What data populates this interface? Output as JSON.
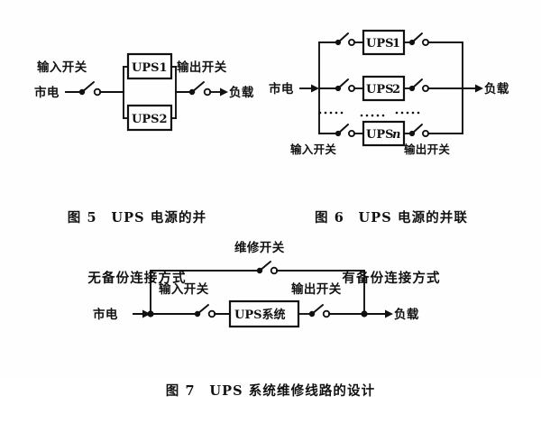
{
  "document": {
    "language": "zh-CN",
    "background_color": "#fefefe",
    "ink_color": "#111111"
  },
  "figures": [
    {
      "id": "figure-5",
      "caption_line1": "图 5　UPS 电源的并",
      "caption_line2": "无备份连接方式",
      "labels": {
        "source": "市电",
        "input_switch": "输入开关",
        "output_switch": "输出开关",
        "load": "负载"
      },
      "units": [
        {
          "label": "UPS1"
        },
        {
          "label": "UPS2"
        }
      ],
      "switches": [
        {
          "name": "input-switch",
          "state": "open"
        },
        {
          "name": "output-switch",
          "state": "open"
        }
      ]
    },
    {
      "id": "figure-6",
      "caption_line1": "图 6　UPS 电源的并联",
      "caption_line2": "有备份连接方式",
      "labels": {
        "source": "市电",
        "input_switch": "输入开关",
        "output_switch": "输出开关",
        "load": "负载",
        "ellipsis": "······"
      },
      "units": [
        {
          "label_main": "UPS",
          "label_index": "1"
        },
        {
          "label_main": "UPS",
          "label_index": "2"
        },
        {
          "label_main": "UPS",
          "label_index": "n"
        }
      ],
      "switches": [
        {
          "name": "input-switch-1",
          "state": "open"
        },
        {
          "name": "output-switch-1",
          "state": "open"
        },
        {
          "name": "input-switch-2",
          "state": "open"
        },
        {
          "name": "output-switch-2",
          "state": "open"
        },
        {
          "name": "input-switch-n",
          "state": "open"
        },
        {
          "name": "output-switch-n",
          "state": "open"
        }
      ]
    },
    {
      "id": "figure-7",
      "caption": "图 7　UPS 系统维修线路的设计",
      "labels": {
        "source": "市电",
        "maintenance_switch": "维修开关",
        "input_switch": "输入开关",
        "output_switch": "输出开关",
        "load": "负载",
        "system": "UPS系统"
      },
      "switches": [
        {
          "name": "maintenance-switch",
          "state": "open"
        },
        {
          "name": "input-switch",
          "state": "open"
        },
        {
          "name": "output-switch",
          "state": "open"
        }
      ]
    }
  ]
}
